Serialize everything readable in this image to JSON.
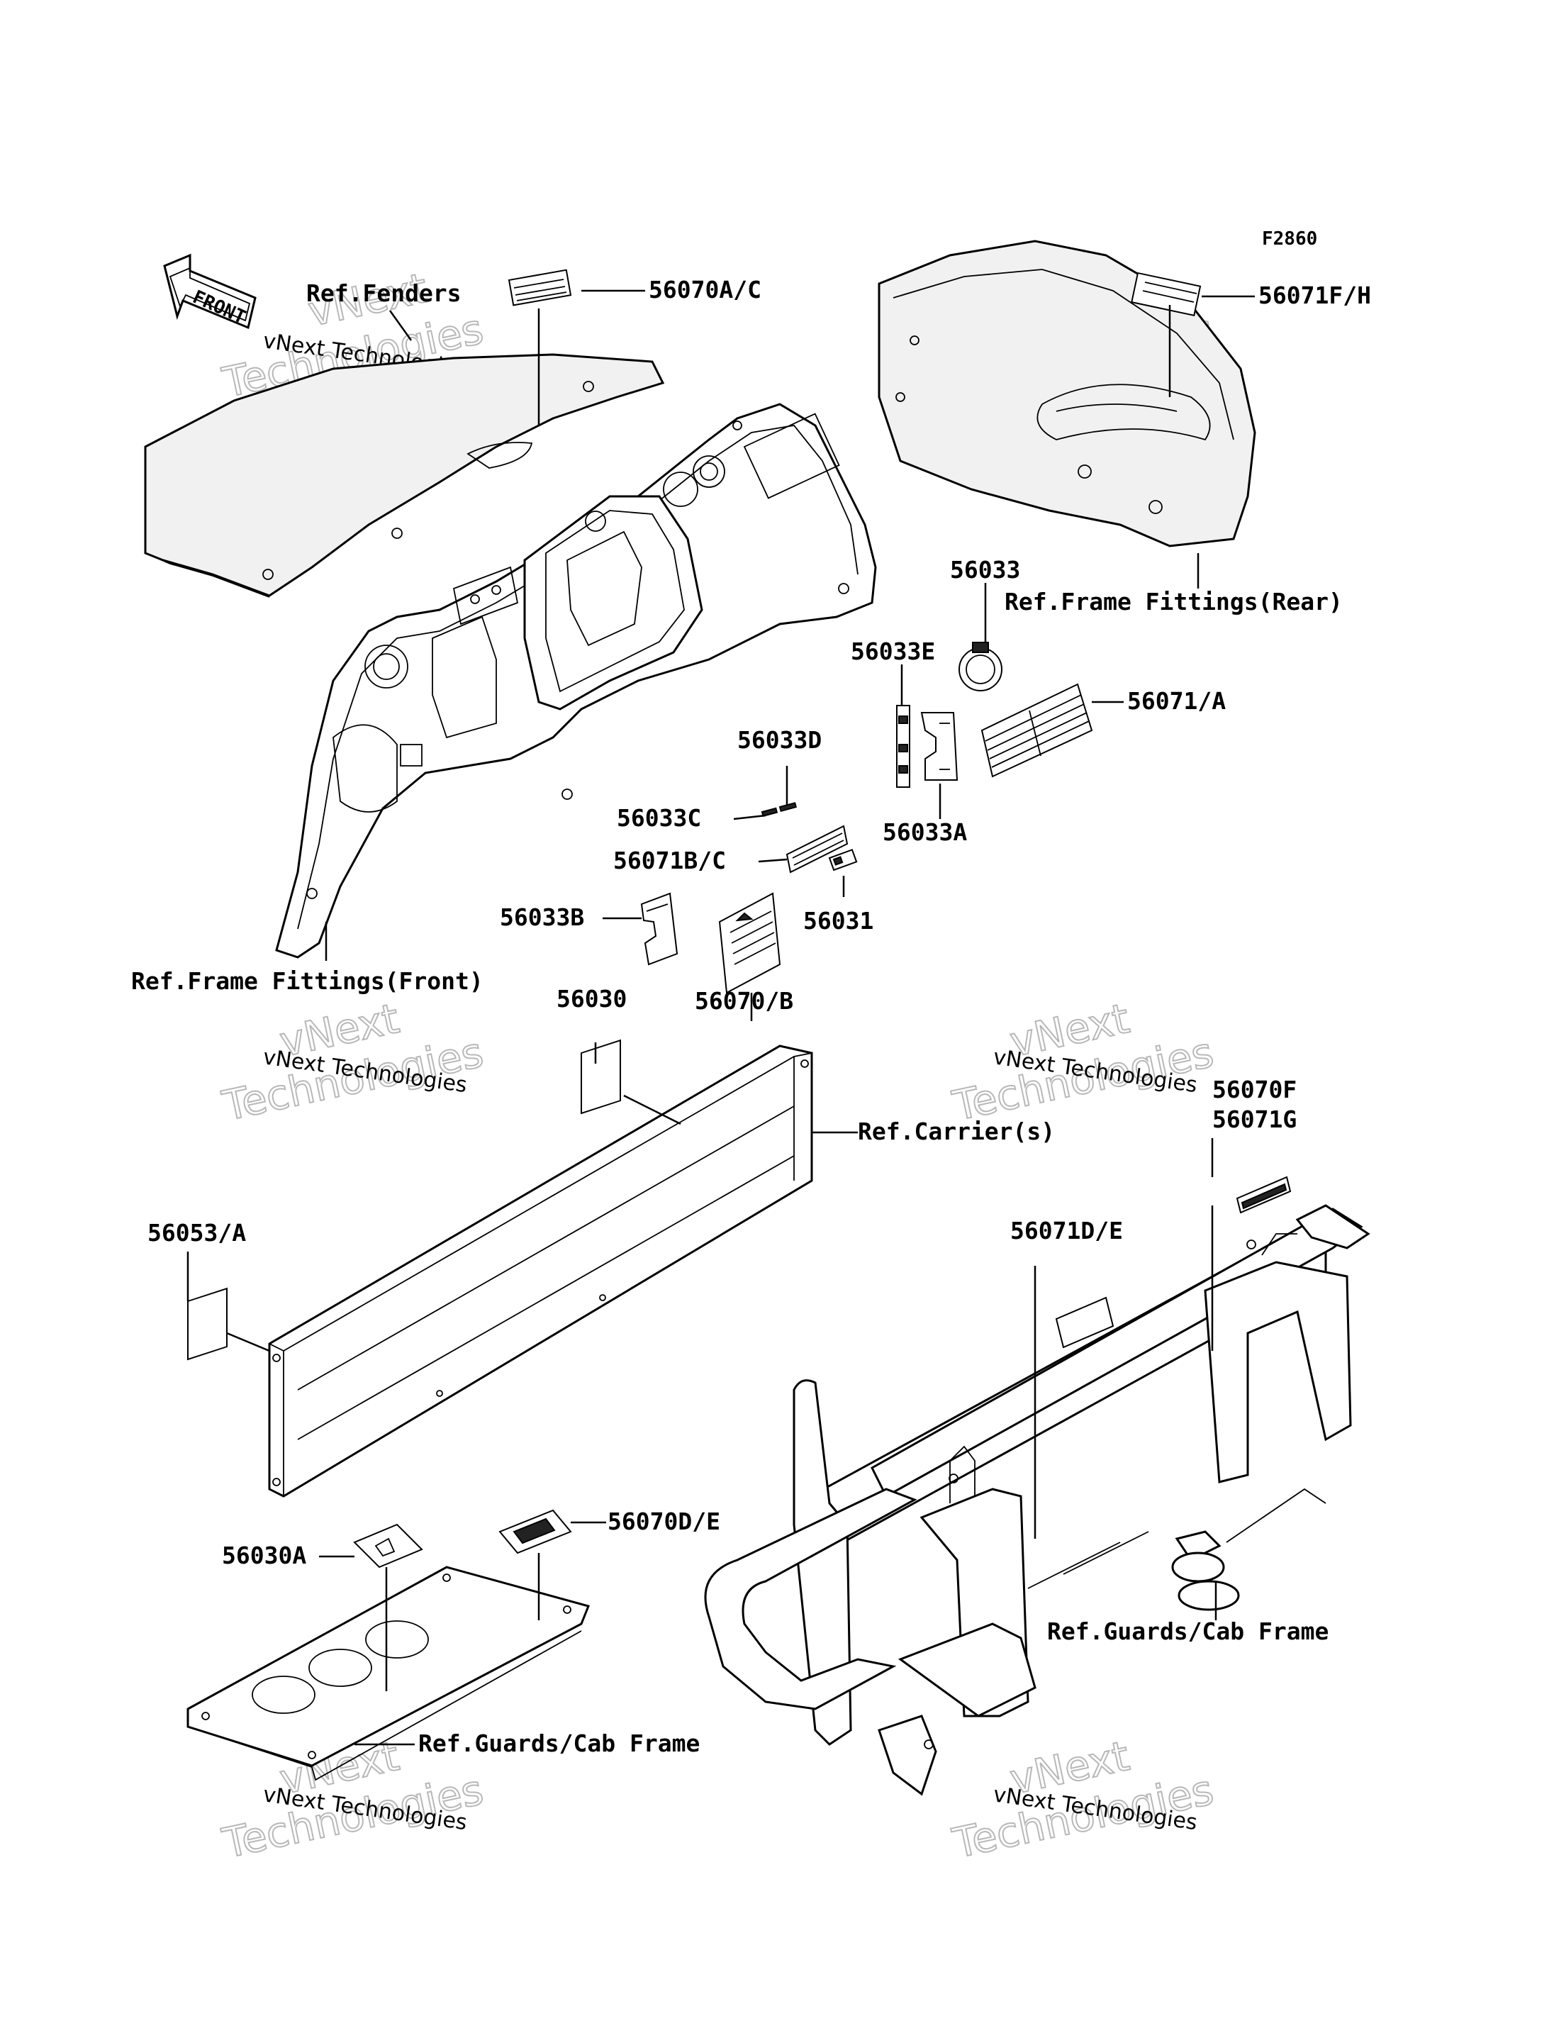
{
  "figure_code": "F2860",
  "front_arrow_label": "FRONT",
  "watermark": {
    "line1": "vNext Technologies",
    "big": "Technologies",
    "small": "vNext"
  },
  "callouts": {
    "ref_fenders": "Ref.Fenders",
    "p56070AC": "56070A/C",
    "p56071FH": "56071F/H",
    "p56033": "56033",
    "ref_frame_rear": "Ref.Frame Fittings(Rear)",
    "p56033E": "56033E",
    "p56071A": "56071/A",
    "p56033D": "56033D",
    "p56033C": "56033C",
    "p56033A": "56033A",
    "p56071BC": "56071B/C",
    "p56033B": "56033B",
    "p56031": "56031",
    "p56070B": "56070/B",
    "ref_frame_front": "Ref.Frame Fittings(Front)",
    "p56030": "56030",
    "ref_carriers": "Ref.Carrier(s)",
    "p56070F": "56070F",
    "p56071G": "56071G",
    "p56053A": "56053/A",
    "p56071DE": "56071D/E",
    "p56070DE": "56070D/E",
    "p56030A": "56030A",
    "ref_guards_cab_1": "Ref.Guards/Cab Frame",
    "ref_guards_cab_2": "Ref.Guards/Cab Frame"
  }
}
